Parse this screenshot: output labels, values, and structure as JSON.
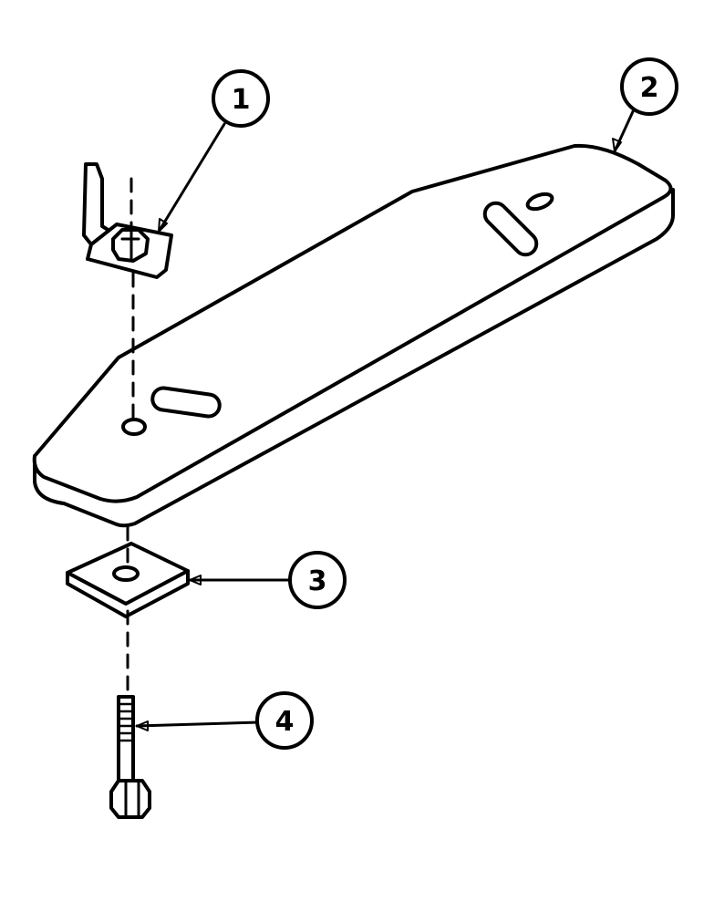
{
  "callouts": [
    {
      "label": "1",
      "part": "j-clip-with-nut"
    },
    {
      "label": "2",
      "part": "mounting-bar"
    },
    {
      "label": "3",
      "part": "square-washer"
    },
    {
      "label": "4",
      "part": "bolt"
    }
  ],
  "colors": {
    "ink": "#000000",
    "paper": "#ffffff"
  }
}
